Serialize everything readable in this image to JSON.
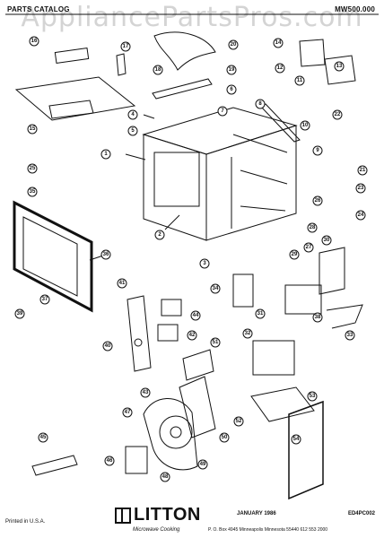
{
  "header": {
    "title": "PARTS CATALOG",
    "model": "MW500.000",
    "watermark": "AppliancePartsPros.com"
  },
  "footer": {
    "printed": "Printed in U.S.A.",
    "brand": "LITTON",
    "tagline": "Microwave Cooking",
    "date": "JANUARY 1986",
    "code": "ED4PC002",
    "address": "P. O. Box 4945  Minneapolis  Minnesota 55440     612 553 2000"
  },
  "callouts": [
    "1",
    "2",
    "3",
    "4",
    "5",
    "6",
    "7",
    "8",
    "9",
    "10",
    "11",
    "12",
    "13",
    "14",
    "15",
    "16",
    "17",
    "18",
    "19",
    "20",
    "21",
    "22",
    "23",
    "24",
    "25",
    "26",
    "27",
    "28",
    "29",
    "30",
    "31",
    "32",
    "33",
    "34",
    "35",
    "36",
    "37",
    "38",
    "39",
    "40",
    "41",
    "42",
    "43",
    "44",
    "45",
    "46",
    "47",
    "48",
    "49",
    "50",
    "51",
    "52",
    "53",
    "54"
  ],
  "colors": {
    "ink": "#111111",
    "paper": "#ffffff"
  }
}
